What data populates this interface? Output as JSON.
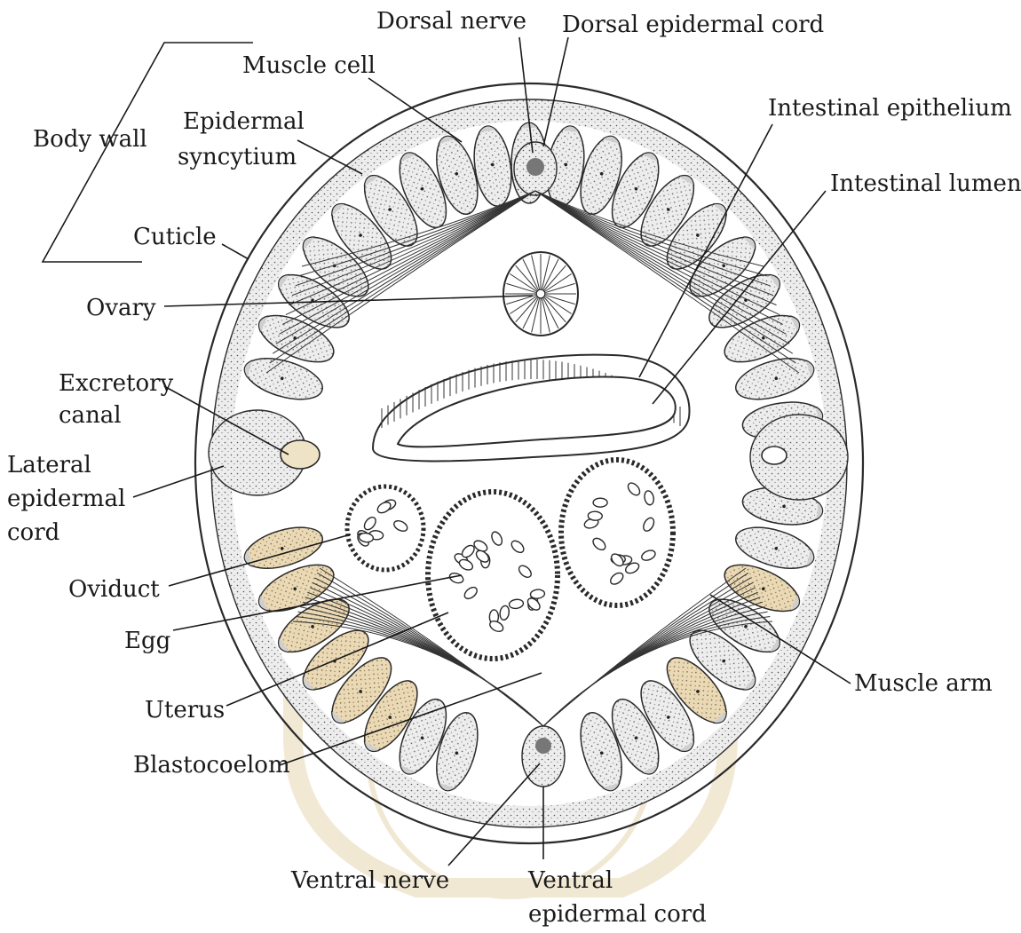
{
  "labels": {
    "body_wall": "Body wall",
    "dorsal_nerve": "Dorsal nerve",
    "dorsal_epidermal_cord": "Dorsal epidermal cord",
    "muscle_cell": "Muscle cell",
    "epidermal_syncytium": [
      "Epidermal",
      "syncytium"
    ],
    "intestinal_epithelium": "Intestinal epithelium",
    "intestinal_lumen": "Intestinal lumen",
    "cuticle": "Cuticle",
    "ovary": "Ovary",
    "excretory_canal": [
      "Excretory",
      "canal"
    ],
    "lateral_epidermal_cord": [
      "Lateral",
      "epidermal",
      "cord"
    ],
    "oviduct": "Oviduct",
    "egg": "Egg",
    "uterus": "Uterus",
    "blastocoelom": "Blastocoelom",
    "muscle_arm": "Muscle arm",
    "ventral_nerve": "Ventral nerve",
    "ventral_epidermal_cord": [
      "Ventral",
      "epidermal cord"
    ]
  },
  "colors": {
    "ink": "#1a1a1a",
    "cell_fill": "#e6e6e6",
    "watermark": "#d9bf86"
  }
}
